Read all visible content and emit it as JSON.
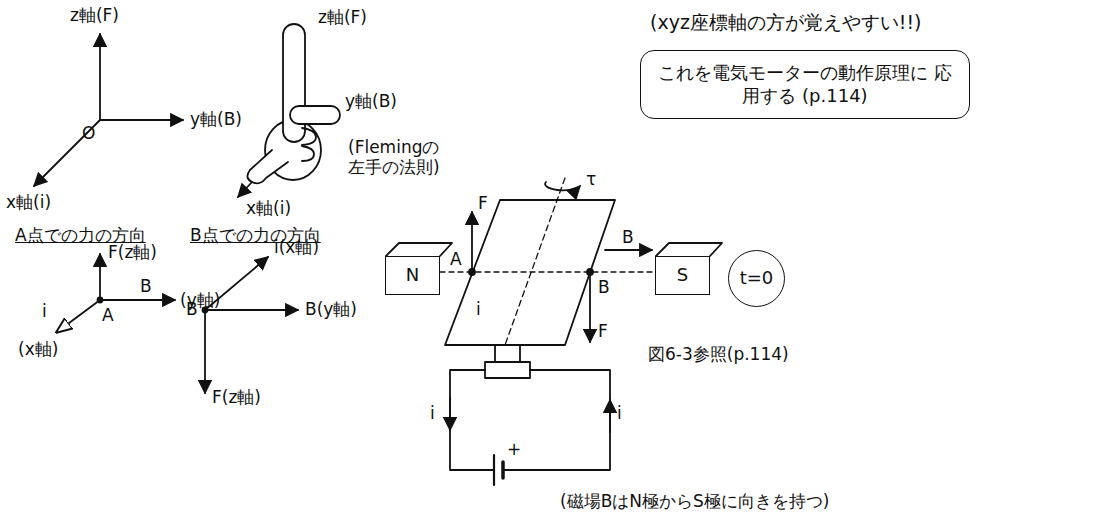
{
  "diagram": {
    "nodes": [
      {
        "text": [
          "これを電気モーターの動作原理に 応用する (p.114)"
        ]
      },
      {
        "text": [
          "N"
        ]
      },
      {
        "text": [
          "S"
        ]
      },
      {
        "text": [
          "t=0"
        ]
      }
    ],
    "labels": [
      "z軸(F)",
      "y軸(B)",
      "x軸(i)",
      "O",
      "z軸(F)",
      "y軸(B)",
      "x軸(i)",
      "(Flemingの 左手の法則)",
      "(xyz座標軸の方が覚えやすい!!)",
      "A点での力の方向",
      "F(z軸)",
      "B",
      "(y軸)",
      "i",
      "A",
      "(x軸)",
      "B点での力の方向",
      "i(x軸)",
      "B",
      "B(y軸)",
      "F(z軸)",
      "F",
      "τ",
      "A",
      "B",
      "i",
      "B",
      "F",
      "図6-3参照(p.114)",
      "i",
      "+",
      "i",
      "(磁場BはN極からS極に向きを持つ)"
    ]
  }
}
